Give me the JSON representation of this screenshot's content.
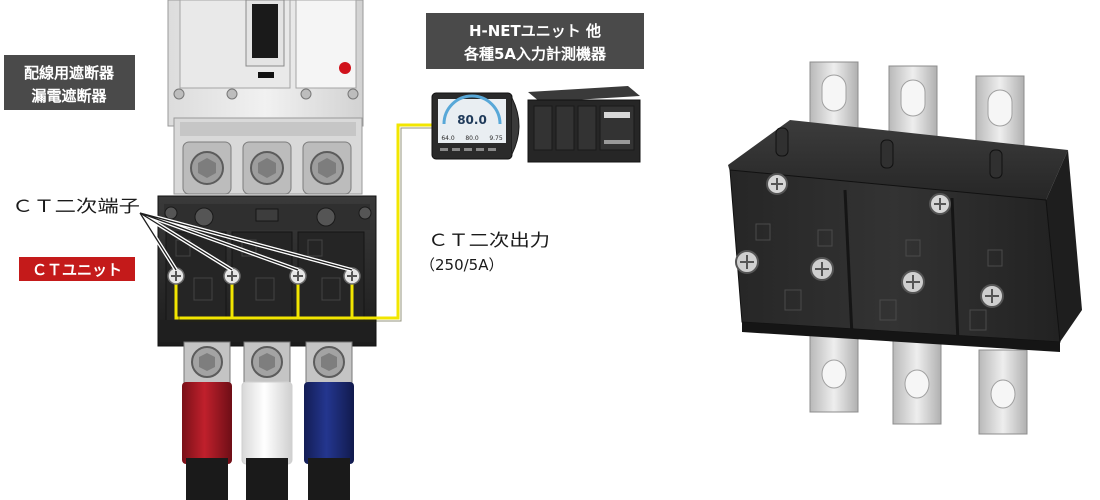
{
  "labels": {
    "breaker_line1": "配線用遮断器",
    "breaker_line2": "漏電遮断器",
    "meter_line1": "H-NETユニット 他",
    "meter_line2": "各種5A入力計測機器",
    "ct_secondary_terminal": "ＣＴ二次端子",
    "ct_unit": "ＣＴユニット",
    "ct_output_line1": "ＣＴ二次出力",
    "ct_output_line2": "（250/5A）"
  },
  "meter_display": {
    "main_value": "80.0",
    "sub_values": [
      "64.0",
      "80.0",
      "9.75"
    ]
  },
  "colors": {
    "label_box": "#4a4a4a",
    "ct_unit_box": "#c41a1a",
    "secondary_wire": "#f2e600",
    "phase_r": "#a81a24",
    "phase_s": "#f4f4f4",
    "phase_t": "#1d2b7a",
    "ct_body": "#2b2b2b",
    "busbar": "#c9c9c9"
  },
  "icons": [
    "breaker-device",
    "ct-unit-device",
    "power-meter-device",
    "hnet-unit-device",
    "terminal-screw-icon"
  ]
}
